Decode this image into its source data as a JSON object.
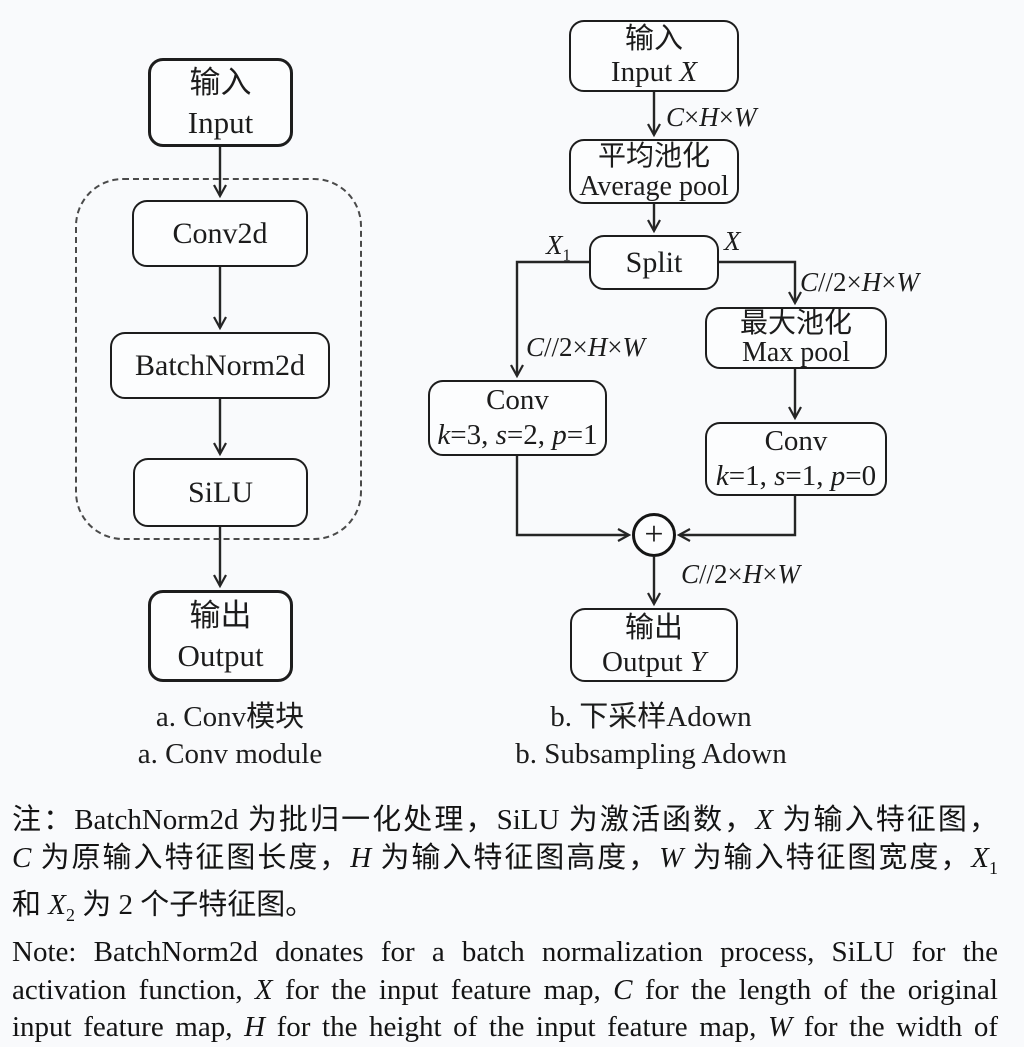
{
  "colors": {
    "background": "#f9fafc",
    "ink": "#1d1d1d"
  },
  "diagram_a": {
    "nodes": {
      "input": {
        "cn": "输入",
        "en": "Input"
      },
      "conv2d": {
        "label": "Conv2d"
      },
      "batchnorm": {
        "label": "BatchNorm2d"
      },
      "silu": {
        "label": "SiLU"
      },
      "output": {
        "cn": "输出",
        "en": "Output"
      }
    },
    "caption_cn": "a. Conv模块",
    "caption_en": "a. Conv module"
  },
  "diagram_b": {
    "nodes": {
      "input": {
        "cn": "输入",
        "en_rich": [
          {
            "t": "Input "
          },
          {
            "t": "X",
            "i": true
          }
        ]
      },
      "avgpool": {
        "cn": "平均池化",
        "en": "Average pool"
      },
      "split": {
        "label": "Split"
      },
      "maxpool": {
        "cn": "最大池化",
        "en": "Max pool"
      },
      "conv_left": {
        "title": "Conv",
        "params": [
          {
            "t": "k",
            "i": true
          },
          {
            "t": "=3, "
          },
          {
            "t": "s",
            "i": true
          },
          {
            "t": "=2, "
          },
          {
            "t": "p",
            "i": true
          },
          {
            "t": "=1"
          }
        ]
      },
      "conv_right": {
        "title": "Conv",
        "params": [
          {
            "t": "k",
            "i": true
          },
          {
            "t": "=1, "
          },
          {
            "t": "s",
            "i": true
          },
          {
            "t": "=1, "
          },
          {
            "t": "p",
            "i": true
          },
          {
            "t": "=0"
          }
        ]
      },
      "sum": {
        "symbol": "+"
      },
      "output": {
        "cn": "输出",
        "en_rich": [
          {
            "t": "Output "
          },
          {
            "t": "Y",
            "i": true
          }
        ]
      }
    },
    "edge_labels": {
      "chw": [
        {
          "t": "C",
          "i": true
        },
        {
          "t": "×"
        },
        {
          "t": "H",
          "i": true
        },
        {
          "t": "×"
        },
        {
          "t": "W",
          "i": true
        }
      ],
      "x1": [
        {
          "t": "X",
          "i": true
        },
        {
          "t": "1",
          "s": true
        }
      ],
      "x": [
        {
          "t": "X",
          "i": true
        }
      ],
      "c2hw": [
        {
          "t": "C",
          "i": true
        },
        {
          "t": "//2×"
        },
        {
          "t": "H",
          "i": true
        },
        {
          "t": "×"
        },
        {
          "t": "W",
          "i": true
        }
      ]
    },
    "caption_cn": "b. 下采样Adown",
    "caption_en": "b. Subsampling Adown"
  },
  "note": {
    "lines": [
      [
        {
          "t": "注：BatchNorm2d 为批归一化处理，SiLU 为激活函数，"
        },
        {
          "t": "X",
          "i": true
        },
        {
          "t": " 为输入特征图，"
        }
      ],
      [
        {
          "t": "C",
          "i": true
        },
        {
          "t": " 为原输入特征图长度，"
        },
        {
          "t": "H",
          "i": true
        },
        {
          "t": " 为输入特征图高度，"
        },
        {
          "t": "W",
          "i": true
        },
        {
          "t": " 为输入特征图宽度，"
        },
        {
          "t": "X",
          "i": true
        },
        {
          "t": "1",
          "s": true
        }
      ],
      [
        {
          "t": "和 "
        },
        {
          "t": "X",
          "i": true
        },
        {
          "t": "2",
          "s": true
        },
        {
          "t": " 为 2 个子特征图。"
        }
      ],
      [
        {
          "t": "Note: BatchNorm2d donates for a batch normalization process, SiLU for the"
        }
      ],
      [
        {
          "t": "activation function, "
        },
        {
          "t": "X",
          "i": true
        },
        {
          "t": " for the input feature map, "
        },
        {
          "t": "C",
          "i": true
        },
        {
          "t": " for the length of the original"
        }
      ],
      [
        {
          "t": "input feature map, "
        },
        {
          "t": "H",
          "i": true
        },
        {
          "t": " for the height of the input feature map, "
        },
        {
          "t": "W",
          "i": true
        },
        {
          "t": " for the width of"
        }
      ]
    ]
  }
}
